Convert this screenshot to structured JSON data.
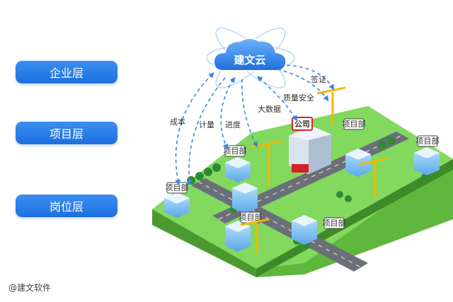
{
  "layers": {
    "enterprise": "企业层",
    "project": "项目层",
    "post": "岗位层"
  },
  "cloud": {
    "label": "建文云"
  },
  "flows": {
    "cost": "成本",
    "measure": "计量",
    "progress": "进度",
    "bigdata": "大数据",
    "quality": "质量安全",
    "visa": "签证"
  },
  "buildings": {
    "company": "公司",
    "project_dept": "项目部"
  },
  "watermark": "@建文软件",
  "colors": {
    "button": "#1d6fe0",
    "grass": "#7ed957",
    "road": "#6b6f78",
    "flow_line": "#3a86e8",
    "crane": "#f2b807",
    "company_sign": "#d8202a"
  }
}
